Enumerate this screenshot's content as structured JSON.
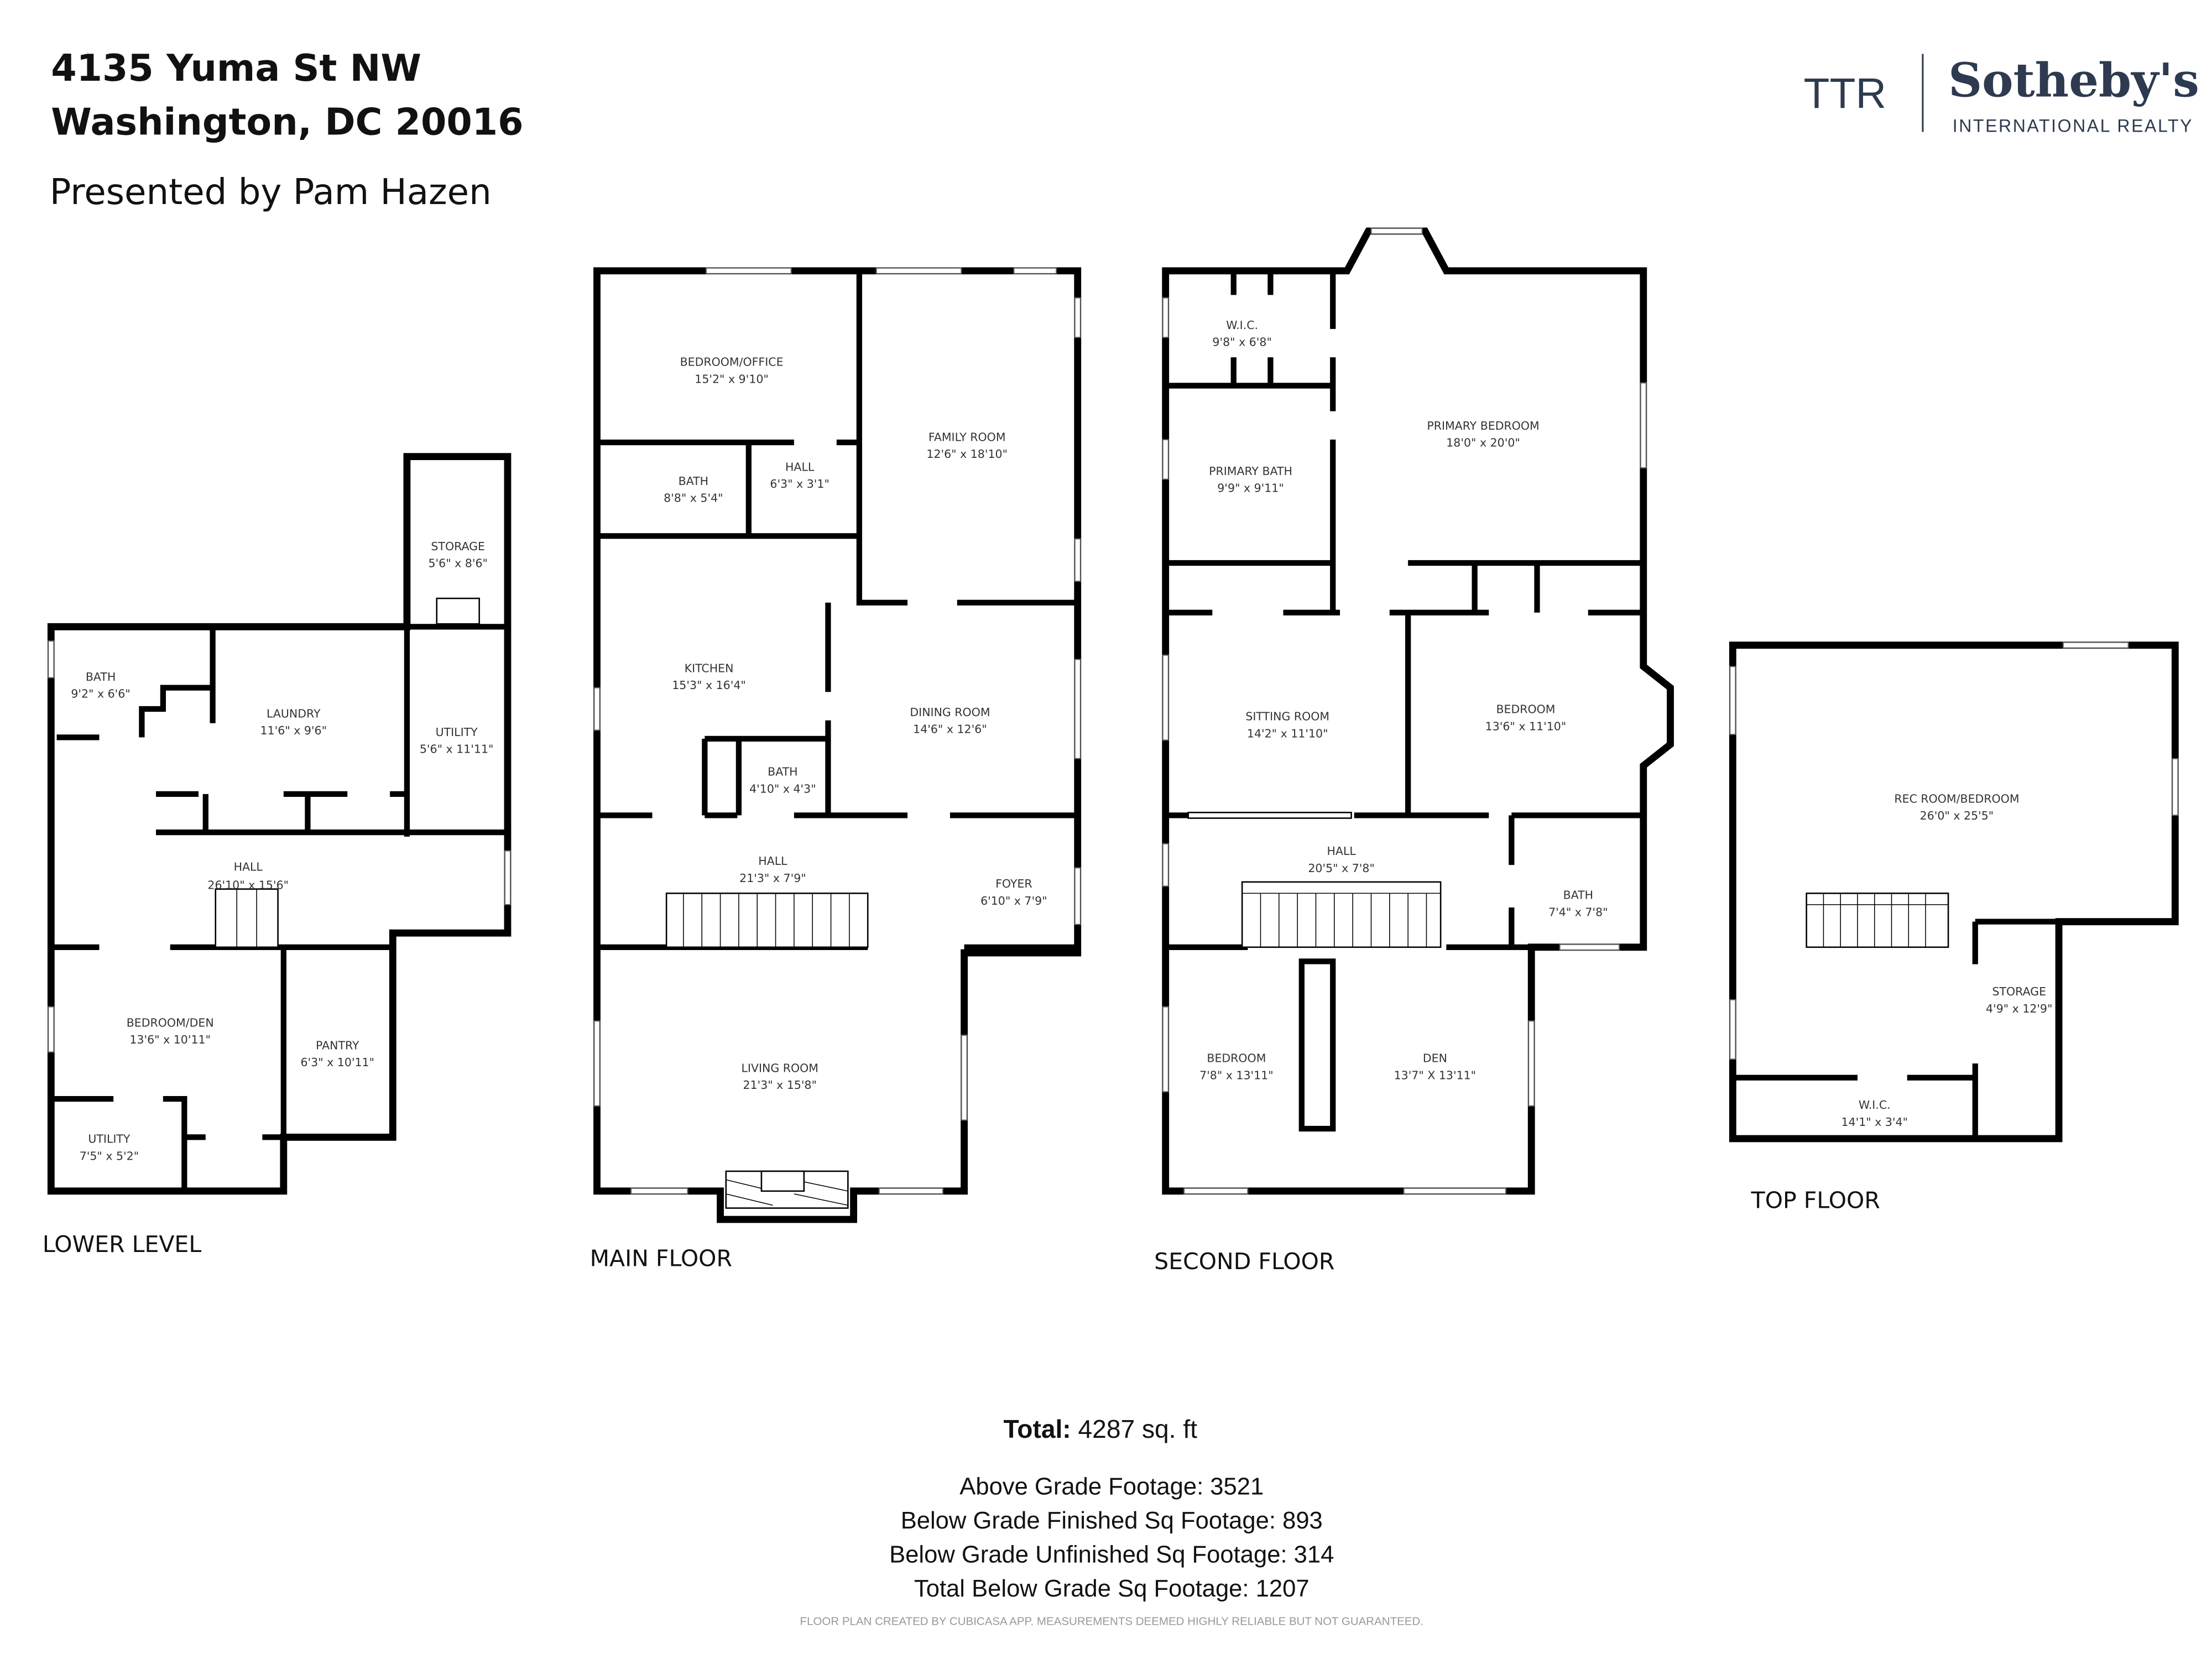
{
  "header": {
    "address_line1": "4135 Yuma St NW",
    "address_line2": "Washington, DC 20016",
    "presenter": "Presented by Pam Hazen"
  },
  "logo": {
    "ttr": "TTR",
    "brand": "Sotheby's",
    "tagline": "INTERNATIONAL REALTY",
    "color": "#2d3a4f"
  },
  "floors": {
    "lower": {
      "label": "LOWER LEVEL",
      "rooms": [
        {
          "name": "STORAGE",
          "dims": "5'6\" x 8'6\""
        },
        {
          "name": "BATH",
          "dims": "9'2\" x 6'6\""
        },
        {
          "name": "LAUNDRY",
          "dims": "11'6\" x 9'6\""
        },
        {
          "name": "UTILITY",
          "dims": "5'6\" x 11'11\""
        },
        {
          "name": "HALL",
          "dims": "26'10\" x 15'6\""
        },
        {
          "name": "BEDROOM/DEN",
          "dims": "13'6\" x 10'11\""
        },
        {
          "name": "PANTRY",
          "dims": "6'3\" x 10'11\""
        },
        {
          "name": "UTILITY",
          "dims": "7'5\" x 5'2\""
        }
      ]
    },
    "main": {
      "label": "MAIN FLOOR",
      "rooms": [
        {
          "name": "BEDROOM/OFFICE",
          "dims": "15'2\" x 9'10\""
        },
        {
          "name": "FAMILY ROOM",
          "dims": "12'6\" x 18'10\""
        },
        {
          "name": "BATH",
          "dims": "8'8\" x 5'4\""
        },
        {
          "name": "HALL",
          "dims": "6'3\" x 3'1\""
        },
        {
          "name": "KITCHEN",
          "dims": "15'3\" x 16'4\""
        },
        {
          "name": "DINING ROOM",
          "dims": "14'6\" x 12'6\""
        },
        {
          "name": "BATH",
          "dims": "4'10\" x 4'3\""
        },
        {
          "name": "HALL",
          "dims": "21'3\" x 7'9\""
        },
        {
          "name": "FOYER",
          "dims": "6'10\" x 7'9\""
        },
        {
          "name": "LIVING ROOM",
          "dims": "21'3\" x 15'8\""
        }
      ]
    },
    "second": {
      "label": "SECOND FLOOR",
      "rooms": [
        {
          "name": "W.I.C.",
          "dims": "9'8\" x 6'8\""
        },
        {
          "name": "PRIMARY BEDROOM",
          "dims": "18'0\" x 20'0\""
        },
        {
          "name": "PRIMARY BATH",
          "dims": "9'9\" x 9'11\""
        },
        {
          "name": "SITTING ROOM",
          "dims": "14'2\" x 11'10\""
        },
        {
          "name": "BEDROOM",
          "dims": "13'6\" x 11'10\""
        },
        {
          "name": "HALL",
          "dims": "20'5\" x 7'8\""
        },
        {
          "name": "BATH",
          "dims": "7'4\" x 7'8\""
        },
        {
          "name": "BEDROOM",
          "dims": "7'8\" x 13'11\""
        },
        {
          "name": "DEN",
          "dims": "13'7\" X 13'11\""
        }
      ]
    },
    "top": {
      "label": "TOP FLOOR",
      "rooms": [
        {
          "name": "REC ROOM/BEDROOM",
          "dims": "26'0\" x 25'5\""
        },
        {
          "name": "STORAGE",
          "dims": "4'9\" x 12'9\""
        },
        {
          "name": "W.I.C.",
          "dims": "14'1\" x 3'4\""
        }
      ]
    }
  },
  "summary": {
    "total_label": "Total:",
    "total_value": " 4287 sq. ft",
    "lines": [
      "Above Grade Footage: 3521",
      "Below Grade Finished Sq Footage: 893",
      "Below Grade Unfinished Sq Footage: 314",
      "Total Below Grade Sq Footage: 1207"
    ],
    "disclaimer": "FLOOR PLAN CREATED BY CUBICASA APP. MEASUREMENTS DEEMED HIGHLY RELIABLE BUT NOT GUARANTEED."
  }
}
